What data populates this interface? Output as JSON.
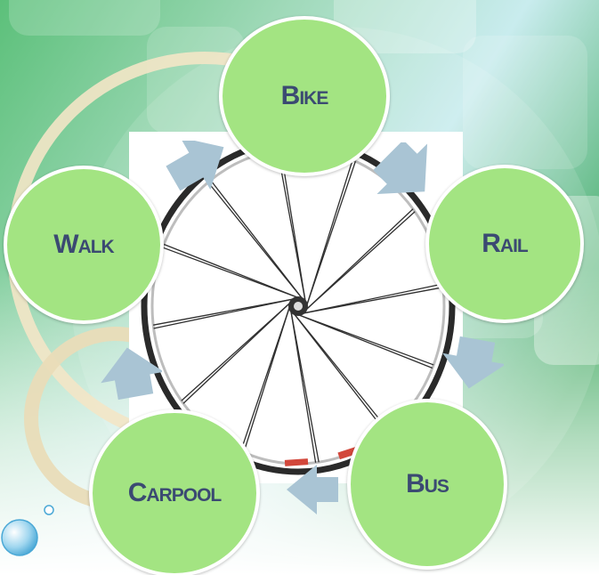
{
  "diagram": {
    "nodes": [
      {
        "id": "bike",
        "label": "Bike",
        "icon": "circle"
      },
      {
        "id": "rail",
        "label": "Rail",
        "icon": "circle"
      },
      {
        "id": "bus",
        "label": "Bus",
        "icon": "circle"
      },
      {
        "id": "carpool",
        "label": "Carpool",
        "icon": "circle"
      },
      {
        "id": "walk",
        "label": "Walk",
        "icon": "circle"
      }
    ],
    "center_image": "bicycle-wheel",
    "connector": "block-arrow",
    "colors": {
      "node_fill": "#a3e482",
      "node_border": "#ffffff",
      "label_text": "#3b4a72",
      "arrow": "#a9c4d4",
      "bg_green": "#4fbf74",
      "bg_teal": "#3aa6b8",
      "bg_cream": "#f4ead3"
    }
  }
}
